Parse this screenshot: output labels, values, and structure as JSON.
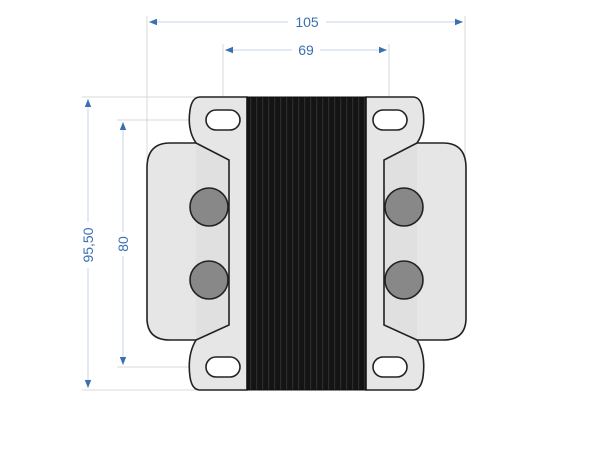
{
  "dimensions": {
    "overall_width": "105",
    "hole_spacing": "69",
    "overall_height": "95,50",
    "hole_vertical_spacing": "80"
  },
  "colors": {
    "dimension": "#3a6fb0",
    "plate": "#e6e6e6",
    "core": "#161616",
    "terminal": "#888888",
    "outline": "#222222"
  }
}
